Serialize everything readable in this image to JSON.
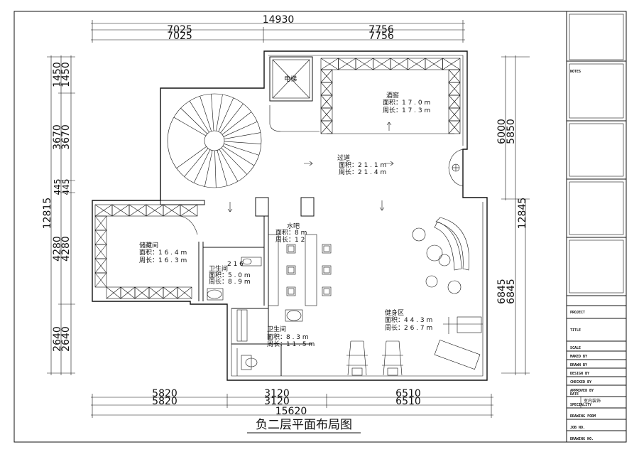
{
  "title": "负二层平面布局图",
  "dims_top": {
    "total": "14930",
    "left_a": "7025",
    "left_b": "7025",
    "right_a": "7756",
    "right_b": "7756"
  },
  "dims_bottom": {
    "total": "15620",
    "a1": "5820",
    "a2": "5820",
    "b1": "3120",
    "b2": "3120",
    "c1": "6510",
    "c2": "6510"
  },
  "dims_left": {
    "total": "12815",
    "d1450a": "1450",
    "d1450b": "1450",
    "d3670a": "3670",
    "d3670b": "3670",
    "d445a": "445",
    "d445b": "445",
    "d4280a": "4280",
    "d4280b": "4280",
    "d2640a": "2640",
    "d2640b": "2640"
  },
  "dims_right": {
    "d6000": "6000",
    "d5850": "5850",
    "d12845": "12845",
    "d6845a": "6845",
    "d6845b": "6845"
  },
  "rooms": {
    "elevator": "电梯",
    "wine": {
      "name": "酒窖",
      "area": "面积：1 7 . 0 m",
      "perim": "周长：1 7 . 3 m"
    },
    "corridor": {
      "name": "过道",
      "area": "面积：2 1 . 1 m",
      "perim": "周长：2 1 . 4 m"
    },
    "storage": {
      "name": "储藏间",
      "area": "面积：1 6 . 4 m",
      "perim": "周长：1 6 . 3 m"
    },
    "water_bar": {
      "name": "水吧",
      "area": "面积：8 m",
      "perim": "周长：1 2"
    },
    "wc1": {
      "name": "卫生间",
      "area": "面积：5 . 0 m",
      "perim": "周长：8 . 9 m",
      "extra": "2 1 6"
    },
    "gym": {
      "name": "健身区",
      "area": "面积：4 4 . 3 m",
      "perim": "周长：2 6 . 7 m"
    },
    "wc2": {
      "name": "卫生间",
      "area": "面积：8 . 3 m",
      "perim": "周长：1 1 . 5 m"
    }
  },
  "title_block": {
    "notes": "NOTES",
    "project": "PROJECT",
    "title": "TITLE",
    "scale": "SCALE",
    "maked_by": "MAKED BY",
    "drawn_by": "DRAWN BY",
    "design_by": "DESIGN BY",
    "checked_by": "CHECKED BY",
    "approved_by": "APPROVED BY",
    "date": "DATE",
    "speciality": "SPECIALITY",
    "speciality_value": "室内装饰",
    "drawing_form": "DRAWING FORM",
    "job_no": "JOB NO.",
    "drawing_no": "DRAWING NO."
  }
}
